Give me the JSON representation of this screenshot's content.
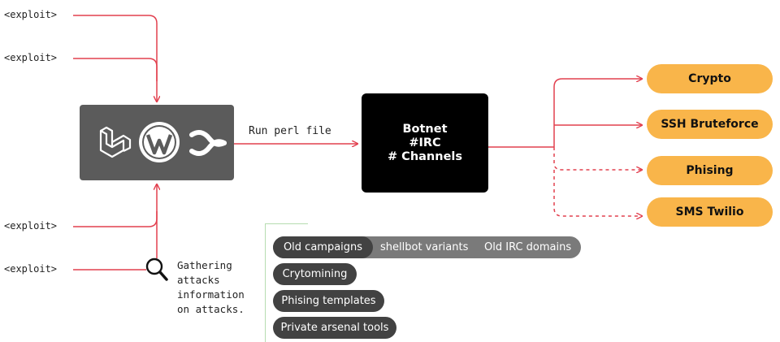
{
  "exploits": [
    "<exploit>",
    "<exploit>",
    "<exploit>",
    "<exploit>"
  ],
  "cms_icons": [
    "laravel-icon",
    "wordpress-icon",
    "confluence-icon"
  ],
  "run_label": "Run perl file",
  "botnet_lines": [
    "Botnet",
    "#IRC",
    "# Channels"
  ],
  "outputs": [
    "Crypto",
    "SSH Bruteforce",
    "Phising",
    "SMS Twilio"
  ],
  "gathering_note": "Gathering\nattacks\ninformation\non attacks.",
  "tags": {
    "row1": [
      "Old campaigns",
      "shellbot variants",
      "Old IRC domains"
    ],
    "row2": [
      "Crytomining"
    ],
    "row3": [
      "Phising templates"
    ],
    "row4": [
      "Private arsenal tools"
    ]
  },
  "colors": {
    "arrow": "#e2404f",
    "box": "#5b5b5b",
    "botnet": "#000000",
    "pill": "#f9b54a",
    "tag_dark": "#424242",
    "tag_gray": "#7a7a7a"
  }
}
